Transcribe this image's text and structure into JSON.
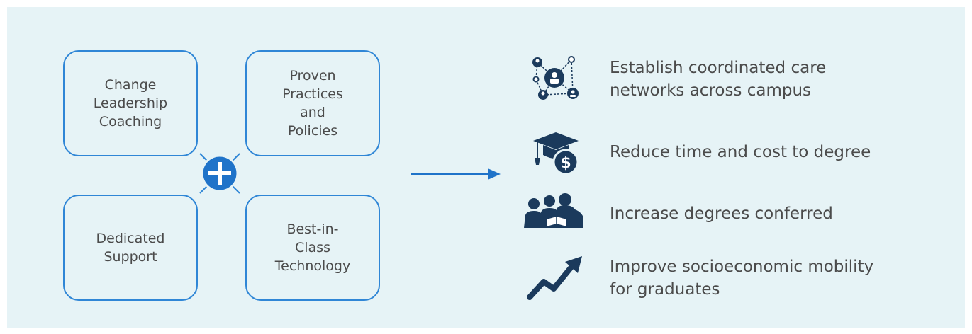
{
  "inputs": {
    "top_left": "Change\nLeadership\nCoaching",
    "top_right": "Proven\nPractices\nand\nPolicies",
    "bottom_left": "Dedicated\nSupport",
    "bottom_right": "Best-in-\nClass\nTechnology"
  },
  "outcomes": [
    {
      "icon": "care-network-icon",
      "text": "Establish coordinated care\nnetworks across campus"
    },
    {
      "icon": "graduation-cost-icon",
      "text": "Reduce time and cost to degree"
    },
    {
      "icon": "students-group-icon",
      "text": "Increase degrees conferred"
    },
    {
      "icon": "trend-up-icon",
      "text": "Improve socioeconomic mobility\nfor graduates"
    }
  ],
  "colors": {
    "accent": "#2f86d6",
    "icon": "#1b3a5c",
    "background": "#e6f3f6",
    "text": "#4b4b4b"
  }
}
